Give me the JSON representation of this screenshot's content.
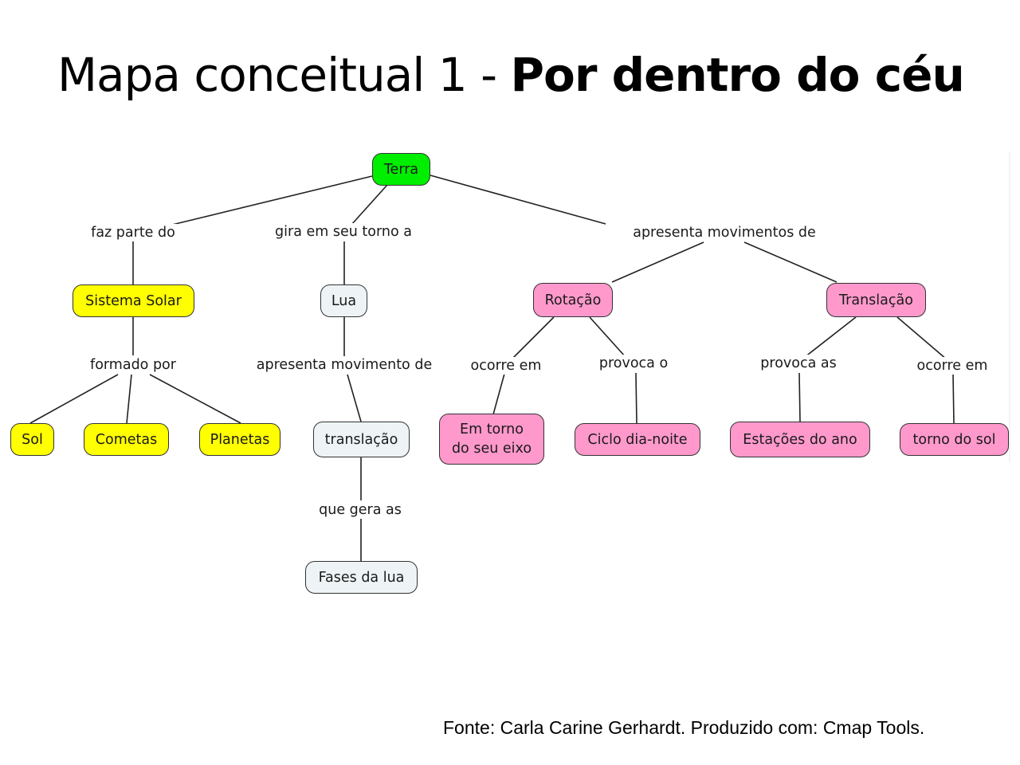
{
  "title": {
    "regular": "Mapa conceitual 1 - ",
    "bold": "Por dentro do céu"
  },
  "colors": {
    "root": "#00ee00",
    "sistema": "#ffff00",
    "lua": "#eef4f6",
    "movimentos": "#ff99cc",
    "line": "#222222"
  },
  "concepts": {
    "terra": "Terra",
    "sistema_solar": "Sistema Solar",
    "lua": "Lua",
    "rotacao": "Rotação",
    "translacao_mov": "Translação",
    "sol": "Sol",
    "cometas": "Cometas",
    "planetas": "Planetas",
    "translacao_lua": "translação",
    "em_torno_eixo_l1": "Em torno",
    "em_torno_eixo_l2": "do seu eixo",
    "ciclo": "Ciclo dia-noite",
    "estacoes": "Estações do ano",
    "torno_sol": "torno do sol",
    "fases": "Fases da lua"
  },
  "linking_phrases": {
    "faz_parte": "faz parte do",
    "gira": "gira em seu torno a",
    "apresenta_movimentos": "apresenta movimentos de",
    "formado": "formado por",
    "apresenta_movimento": "apresenta movimento de",
    "ocorre_rot": "ocorre em",
    "provoca_o": "provoca o",
    "provoca_as": "provoca as",
    "ocorre_trans": "ocorre em",
    "que_gera": "que gera as"
  },
  "source": "Fonte: Carla Carine Gerhardt. Produzido com: Cmap Tools."
}
